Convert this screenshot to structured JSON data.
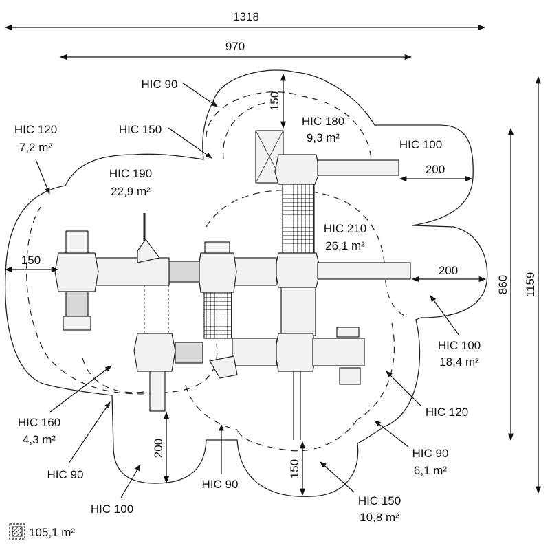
{
  "dimensions": {
    "total_width": "1318",
    "inner_width": "970",
    "total_height": "1159",
    "inner_height": "860",
    "left_clearance": "150",
    "top_clearance": "150",
    "right_top_clearance": "200",
    "right_mid_clearance": "200",
    "bottom_left_clearance": "200",
    "bottom_right_clearance": "150"
  },
  "zones": [
    {
      "id": "hic90-top",
      "hic": "HIC 90",
      "area": ""
    },
    {
      "id": "hic150-top",
      "hic": "HIC 150",
      "area": ""
    },
    {
      "id": "hic120-left",
      "hic": "HIC 120",
      "area": "7,2 m²"
    },
    {
      "id": "hic190",
      "hic": "HIC 190",
      "area": "22,9 m²"
    },
    {
      "id": "hic180",
      "hic": "HIC 180",
      "area": "9,3 m²"
    },
    {
      "id": "hic100-top",
      "hic": "HIC 100",
      "area": ""
    },
    {
      "id": "hic210",
      "hic": "HIC 210",
      "area": "26,1 m²"
    },
    {
      "id": "hic100-right",
      "hic": "HIC 100",
      "area": "18,4 m²"
    },
    {
      "id": "hic120-right",
      "hic": "HIC 120",
      "area": ""
    },
    {
      "id": "hic90-right",
      "hic": "HIC 90",
      "area": "6,1 m²"
    },
    {
      "id": "hic150-bottom",
      "hic": "HIC 150",
      "area": "10,8 m²"
    },
    {
      "id": "hic90-bottom",
      "hic": "HIC 90",
      "area": ""
    },
    {
      "id": "hic100-bottom",
      "hic": "HIC 100",
      "area": ""
    },
    {
      "id": "hic90-left",
      "hic": "HIC 90",
      "area": ""
    },
    {
      "id": "hic160",
      "hic": "HIC 160",
      "area": "4,3 m²"
    }
  ],
  "legend": {
    "icon": "hatched-square-icon",
    "total_area": "105,1 m²"
  }
}
